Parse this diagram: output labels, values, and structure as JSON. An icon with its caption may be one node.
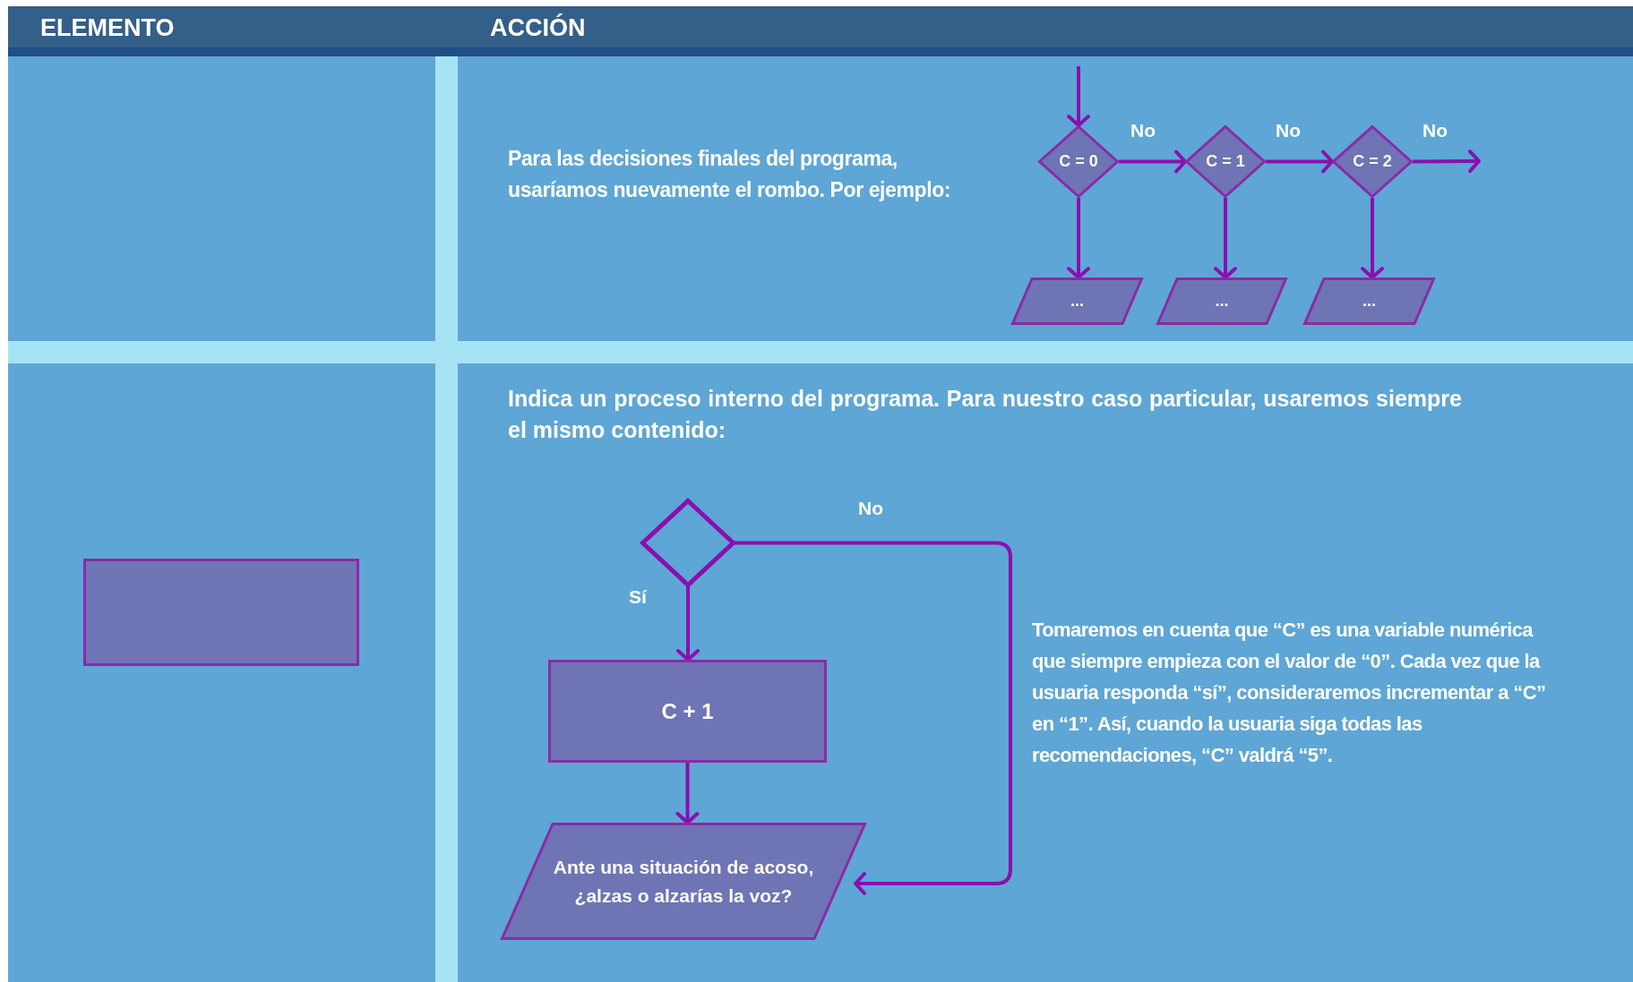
{
  "diagram": {
    "nodes": [
      {
        "text": [
          "C = 0"
        ]
      },
      {
        "text": [
          "C = 1"
        ]
      },
      {
        "text": [
          "C = 2"
        ]
      },
      {
        "text": [
          "..."
        ]
      },
      {
        "text": [
          "..."
        ]
      },
      {
        "text": [
          "..."
        ]
      },
      {
        "text": [],
        "shape": "box"
      },
      {
        "text": [],
        "shape": "diamond"
      },
      {
        "text": [
          "C + 1"
        ]
      },
      {
        "text": [
          "Ante una situación de acoso, ¿alzas o alzarías la voz?"
        ]
      }
    ],
    "edges": [
      {
        "from": null,
        "to": 0,
        "arrow": "to"
      },
      {
        "from": 0,
        "to": 1,
        "arrow": "to",
        "label": "No"
      },
      {
        "from": 1,
        "to": 2,
        "arrow": "to",
        "label": "No"
      },
      {
        "from": 2,
        "to": null,
        "arrow": "to",
        "label": "No"
      },
      {
        "from": 0,
        "to": 3,
        "arrow": "to"
      },
      {
        "from": 1,
        "to": 4,
        "arrow": "to"
      },
      {
        "from": 2,
        "to": 5,
        "arrow": "to"
      },
      {
        "from": 7,
        "to": 8,
        "arrow": "to",
        "label": "Sí"
      },
      {
        "from": 8,
        "to": 9,
        "arrow": "to"
      },
      {
        "from": 7,
        "to": 9,
        "arrow": "to",
        "label": "No"
      }
    ],
    "labels": [
      "ELEMENTO",
      "ACCIÓN",
      "Para las decisiones finales del programa, usaríamos nuevamente el rombo. Por ejemplo:",
      "Indica un proceso interno del programa. Para nuestro caso particular, usaremos siempre el mismo contenido:",
      "Tomaremos en cuenta que “C” es una variable numérica que siempre empieza con el valor de “0”. Cada vez que la usuaria responda “sí”, consideraremos incrementar a “C” en “1”. Así, cuando la usuaria siga todas las recomendaciones, “C” valdrá “5”."
    ]
  }
}
